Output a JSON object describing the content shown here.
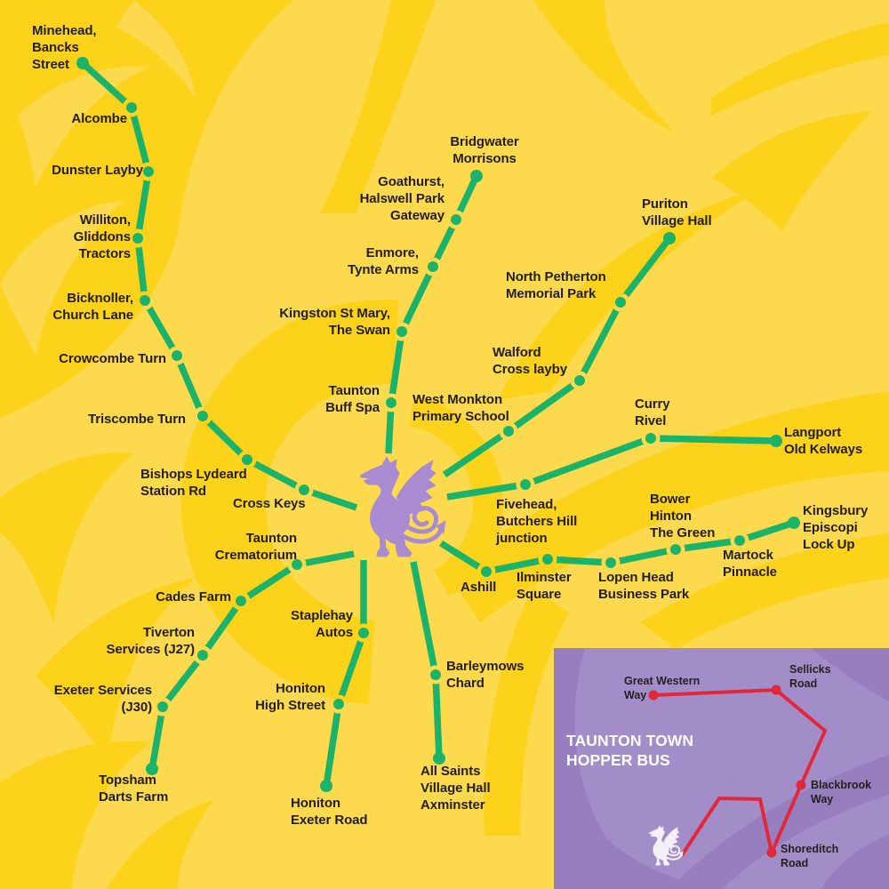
{
  "colors": {
    "background_yellow": "#FDD94E",
    "swoosh_yellow": "#FDD21B",
    "route_green": "#1BB36A",
    "dragon_purple": "#A88BD0",
    "label_text": "#231F20",
    "hopper_purple": "#A38DC8",
    "hopper_route_red": "#E0283A",
    "hopper_title_white": "#FFFFFF"
  },
  "icons": {
    "center_emblem": "wyvern-dragon-icon",
    "hopper_emblem": "wyvern-dragon-icon"
  },
  "routes": [
    {
      "stops": [
        "Cross Keys",
        "Bishops Lydeard\nStation Rd",
        "Triscombe Turn",
        "Crowcombe Turn",
        "Bicknoller,\nChurch Lane",
        "Williton,\nGliddons\nTractors",
        "Dunster Layby",
        "Alcombe",
        "Minehead,\nBancks\nStreet"
      ]
    },
    {
      "stops": [
        "Taunton\nBuff Spa",
        "Kingston St Mary,\nThe Swan",
        "Enmore,\nTynte Arms",
        "Goathurst,\nHalswell Park\nGateway",
        "Bridgwater\nMorrisons"
      ]
    },
    {
      "stops": [
        "West Monkton\nPrimary School",
        "Walford\nCross layby",
        "North Petherton\nMemorial Park",
        "Puriton\nVillage Hall"
      ]
    },
    {
      "stops": [
        "Fivehead,\nButchers Hill\njunction",
        "Curry\nRivel",
        "Langport\nOld Kelways"
      ]
    },
    {
      "stops": [
        "Ashill",
        "Ilminster\nSquare",
        "Lopen Head\nBusiness Park",
        "Bower\nHinton\nThe Green",
        "Martock\nPinnacle",
        "Kingsbury\nEpiscopi\nLock Up"
      ]
    },
    {
      "stops": [
        "Barleymows\nChard",
        "All Saints\nVillage Hall\nAxminster"
      ]
    },
    {
      "stops": [
        "Staplehay\nAutos",
        "Honiton\nHigh Street",
        "Honiton\nExeter Road"
      ]
    },
    {
      "stops": [
        "Taunton\nCrematorium",
        "Cades Farm",
        "Tiverton\nServices (J27)",
        "Exeter Services\n(J30)",
        "Topsham\nDarts Farm"
      ]
    }
  ],
  "hopper": {
    "title": "TAUNTON TOWN\nHOPPER BUS",
    "stops": [
      "Great Western\nWay",
      "Sellicks\nRoad",
      "Blackbrook\nWay",
      "Shoreditch\nRoad"
    ]
  }
}
